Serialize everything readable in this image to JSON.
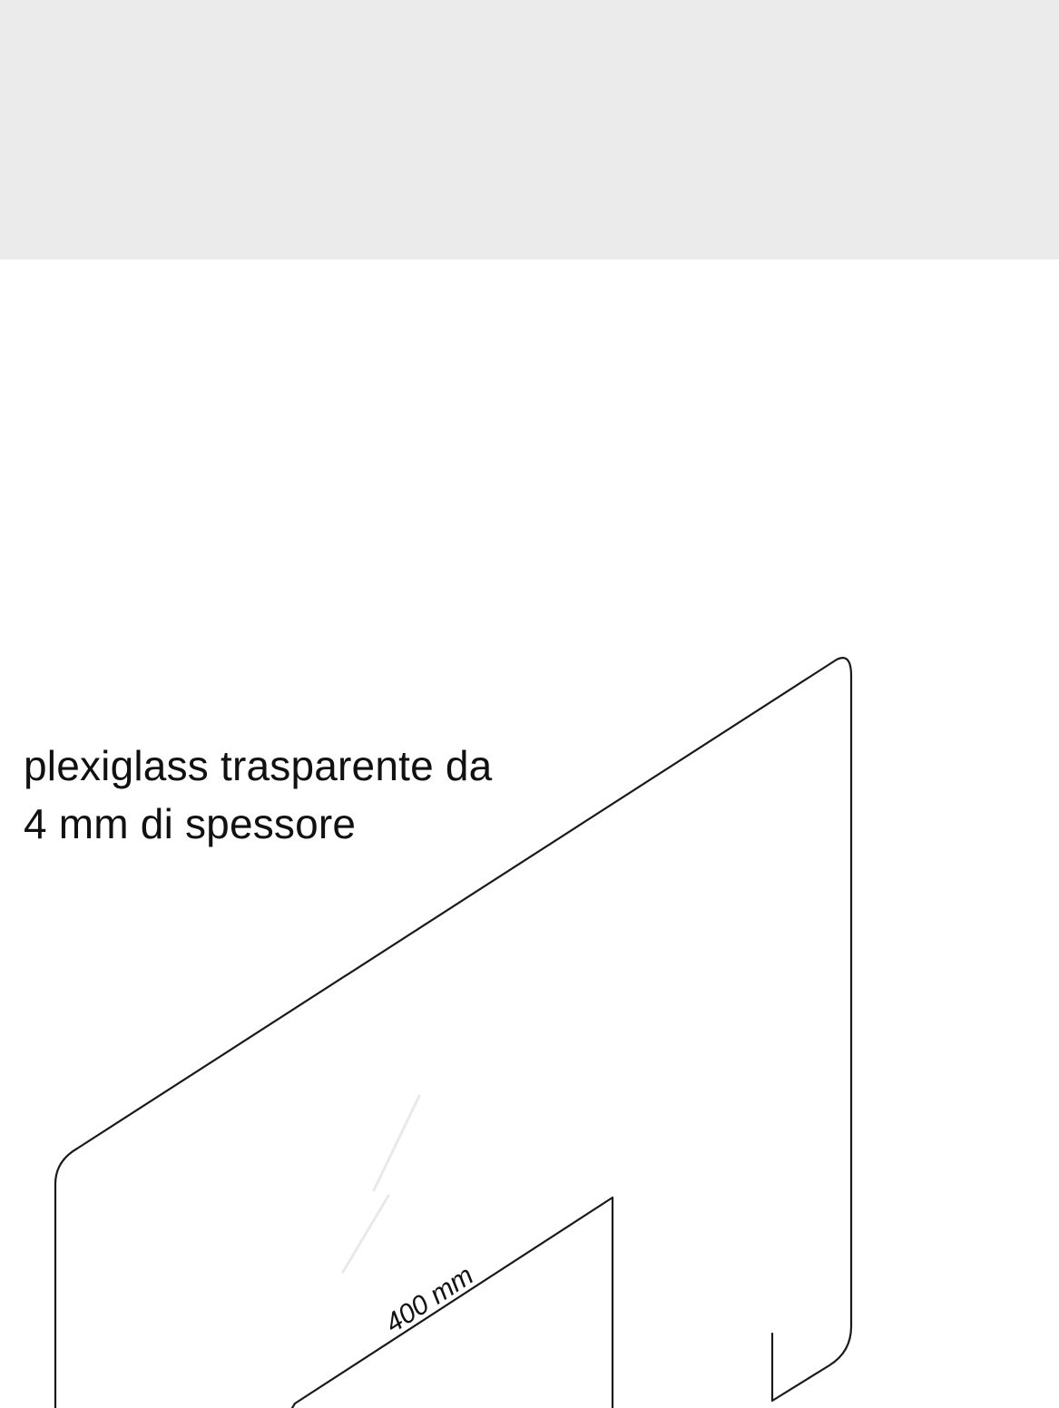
{
  "caption": {
    "line1": "plexiglass trasparente da",
    "line2": "4 mm di spessore"
  },
  "dimension": {
    "label": "400 mm"
  },
  "colors": {
    "banner_background": "#ebebeb",
    "page_background": "#ffffff",
    "line": "#1a1a1a",
    "text": "#111111"
  }
}
